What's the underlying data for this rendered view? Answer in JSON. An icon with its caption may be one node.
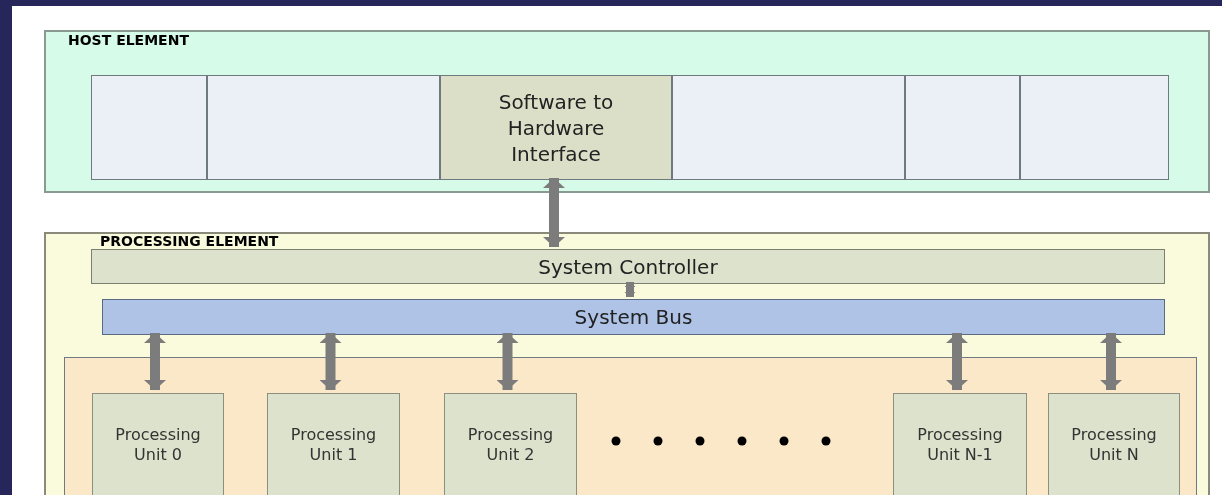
{
  "diagram": {
    "nodes": [
      {
        "text": [
          "HOST ELEMENT"
        ]
      },
      {
        "text": [],
        "shape": "box",
        "in": 0
      },
      {
        "text": [],
        "shape": "box",
        "in": 0
      },
      {
        "text": [
          "Software to Hardware Interface"
        ],
        "in": 0
      },
      {
        "text": [],
        "shape": "box",
        "in": 0
      },
      {
        "text": [],
        "shape": "box",
        "in": 0
      },
      {
        "text": [],
        "shape": "box",
        "in": 0
      },
      {
        "text": [
          "PROCESSING ELEMENT"
        ]
      },
      {
        "text": [
          "System Controller"
        ],
        "in": 7
      },
      {
        "text": [
          "System Bus"
        ],
        "in": 7
      },
      {
        "text": [],
        "shape": "box",
        "in": 7
      },
      {
        "text": [
          "Processing Unit 0"
        ],
        "in": 10
      },
      {
        "text": [
          "Processing Unit 1"
        ],
        "in": 10
      },
      {
        "text": [
          "Processing Unit 2"
        ],
        "in": 10
      },
      {
        "text": [
          "Processing Unit N-1"
        ],
        "in": 10
      },
      {
        "text": [
          "Processing Unit N"
        ],
        "in": 10
      }
    ],
    "edges": [
      {
        "from": 3,
        "to": 8,
        "arrow": "both"
      },
      {
        "from": 8,
        "to": 9,
        "arrow": "both"
      },
      {
        "from": 9,
        "to": 11,
        "arrow": "both"
      },
      {
        "from": 9,
        "to": 12,
        "arrow": "both"
      },
      {
        "from": 9,
        "to": 13,
        "arrow": "both"
      },
      {
        "from": 9,
        "to": 14,
        "arrow": "both"
      },
      {
        "from": 9,
        "to": 15,
        "arrow": "both"
      }
    ]
  }
}
